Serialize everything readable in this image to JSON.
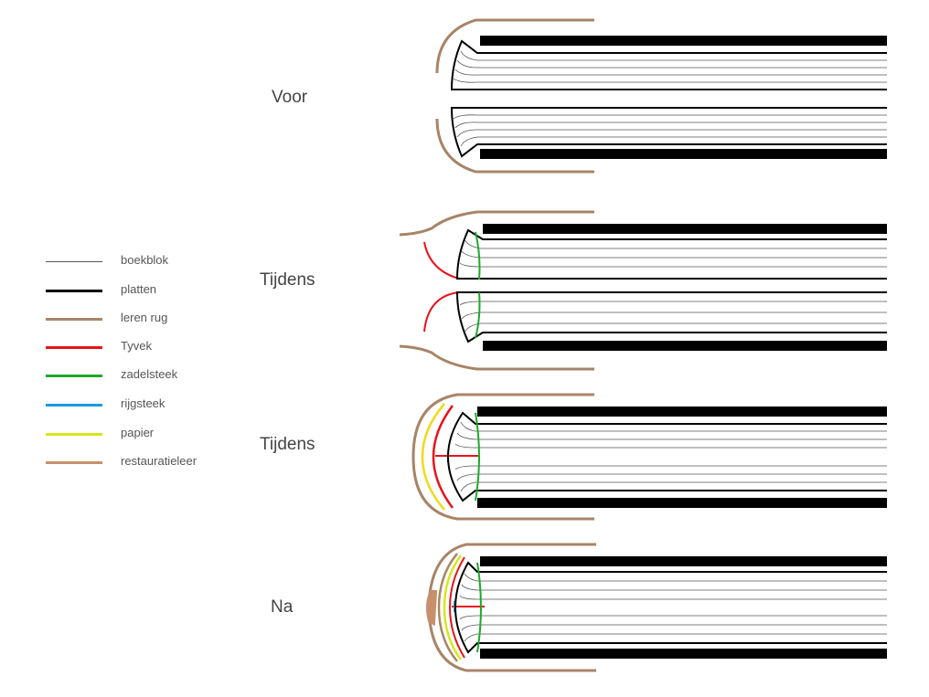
{
  "stages": [
    {
      "label": "Voor"
    },
    {
      "label": "Tijdens"
    },
    {
      "label": "Tijdens"
    },
    {
      "label": "Na"
    }
  ],
  "legend": [
    {
      "label": "boekblok",
      "color": "#555555"
    },
    {
      "label": "platten",
      "color": "#000000"
    },
    {
      "label": "leren rug",
      "color": "#a88467"
    },
    {
      "label": "Tyvek",
      "color": "#e8121b"
    },
    {
      "label": "zadelsteek",
      "color": "#1fa82b"
    },
    {
      "label": "rijgsteek",
      "color": "#1a9be0"
    },
    {
      "label": "papier",
      "color": "#d4e81b"
    },
    {
      "label": "restauratieleer",
      "color": "#c8906a"
    }
  ]
}
